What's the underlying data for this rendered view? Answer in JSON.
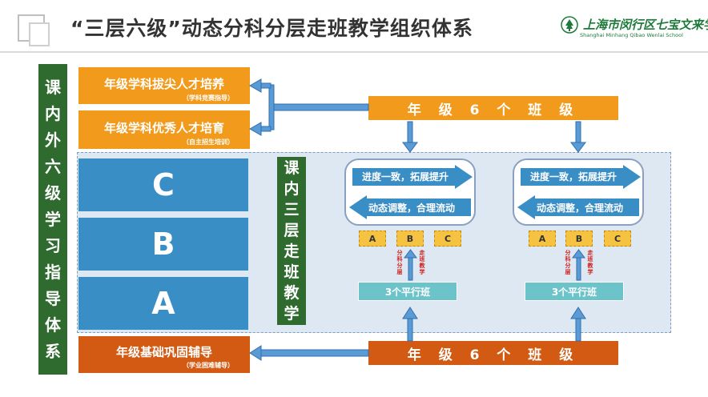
{
  "title": "“三层六级”动态分科分层走班教学组织体系",
  "school": {
    "name_cn": "上海市闵行区七宝文来学校",
    "name_en": "Shanghai Minhang Qibao Wenlai School"
  },
  "left_bar": [
    "课",
    "内",
    "外",
    "六",
    "级",
    "学",
    "习",
    "指",
    "导",
    "体",
    "系"
  ],
  "top_boxes": [
    {
      "label": "年级学科拔尖人才培养",
      "sub": "（学科竞赛指导）"
    },
    {
      "label": "年级学科优秀人才培育",
      "sub": "（自主招生培训）"
    }
  ],
  "bottom_box": {
    "label": "年级基础巩固辅导",
    "sub": "（学业困难辅导）"
  },
  "levels": [
    "C",
    "B",
    "A"
  ],
  "mid_bar": [
    "课",
    "内",
    "三",
    "层",
    "走",
    "班",
    "教",
    "学"
  ],
  "grade_top": "年 级 6 个 班 级",
  "grade_bottom": "年 级 6 个 班 级",
  "groups": [
    {
      "arrow_right": "进度一致，拓展提升",
      "arrow_left": "动态调整，合理流动",
      "small": [
        "A",
        "B",
        "C"
      ],
      "note1": "分科分层",
      "note2": "走班教学",
      "parallel": "3个平行班"
    },
    {
      "arrow_right": "进度一致，拓展提升",
      "arrow_left": "动态调整，合理流动",
      "small": [
        "A",
        "B",
        "C"
      ],
      "note1": "分科分层",
      "note2": "走班教学",
      "parallel": "3个平行班"
    }
  ],
  "colors": {
    "green": "#2f6b2f",
    "orange": "#f29a1b",
    "dark_orange": "#d35a12",
    "blue": "#3a8ec6",
    "teal": "#6cc3c9"
  }
}
